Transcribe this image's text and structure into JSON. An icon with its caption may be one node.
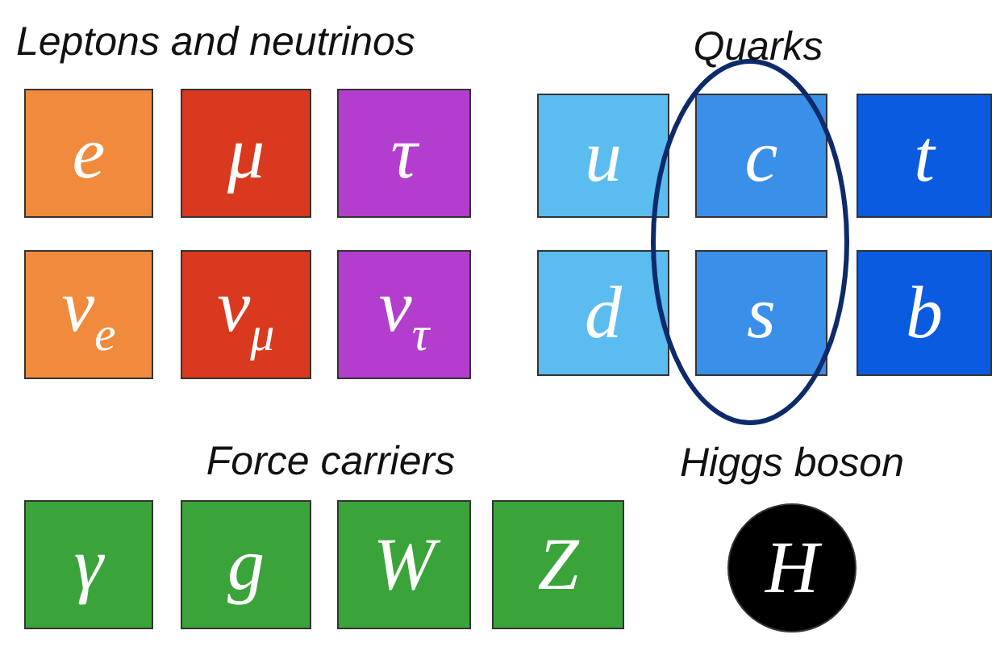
{
  "diagram": {
    "nodes": [
      {
        "text": [
          "e"
        ]
      },
      {
        "text": [
          "μ"
        ]
      },
      {
        "text": [
          "τ"
        ]
      },
      {
        "text": [
          "u"
        ]
      },
      {
        "text": [
          "c"
        ]
      },
      {
        "text": [
          "t"
        ]
      },
      {
        "text": [
          "ν$_{e}$"
        ]
      },
      {
        "text": [
          "ν$_{μ}$"
        ]
      },
      {
        "text": [
          "ν$_{τ}$"
        ]
      },
      {
        "text": [
          "d"
        ]
      },
      {
        "text": [
          "s"
        ]
      },
      {
        "text": [
          "b"
        ]
      },
      {
        "text": [
          "γ"
        ]
      },
      {
        "text": [
          "g"
        ]
      },
      {
        "text": [
          "W"
        ]
      },
      {
        "text": [
          "Z"
        ]
      },
      {
        "text": [
          "H"
        ]
      }
    ],
    "labels": [
      "Leptons and neutrinos",
      "Quarks",
      "Force carriers",
      "Higgs boson"
    ]
  }
}
